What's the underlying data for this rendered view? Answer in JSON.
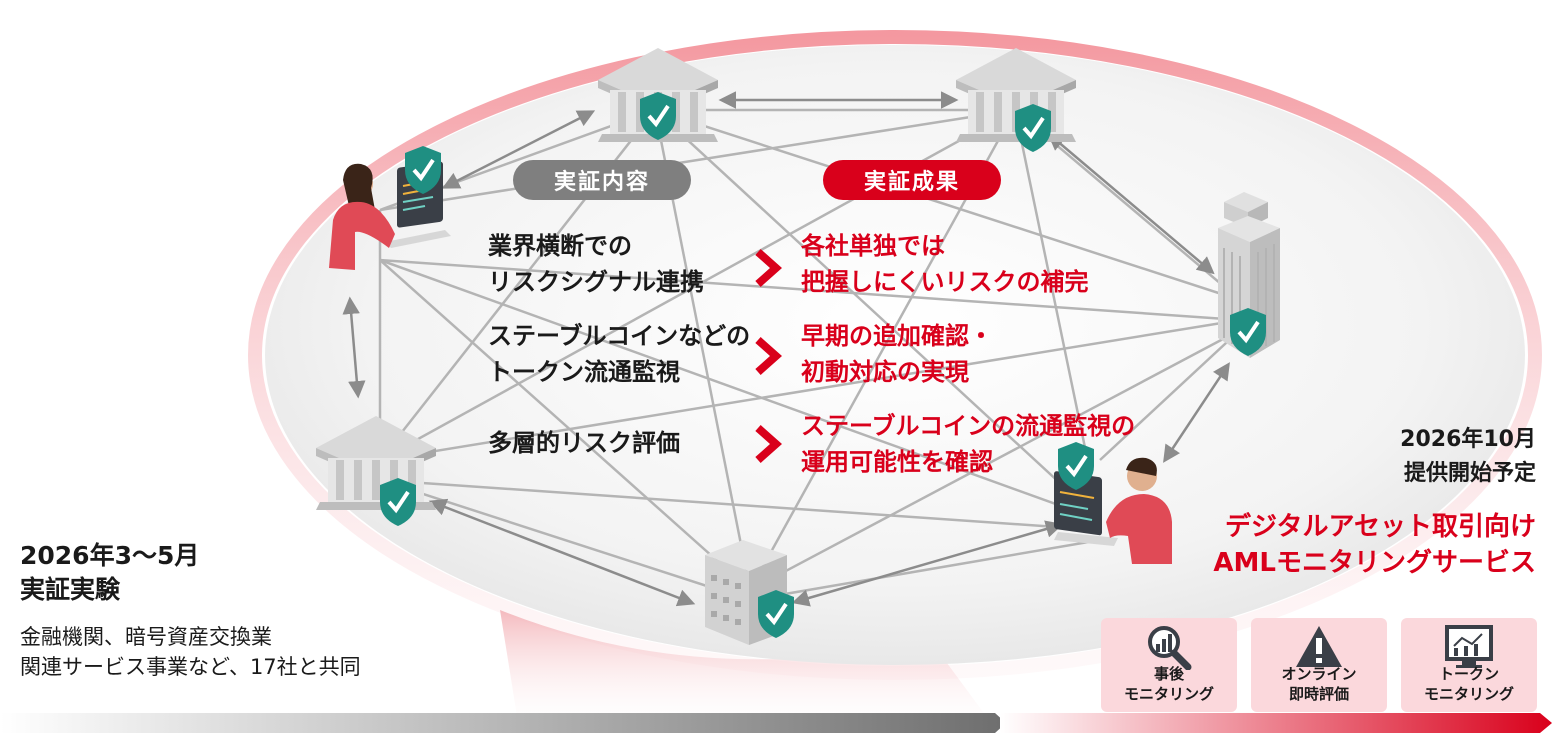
{
  "colors": {
    "accent_red": "#d9001b",
    "shield_teal": "#1f8f82",
    "pill_gray": "#7f7f7f",
    "card_pink": "#fbd8dc"
  },
  "pills": {
    "content": "実証内容",
    "result": "実証成果"
  },
  "rows": [
    {
      "content": "業界横断での\nリスクシグナル連携",
      "result": "各社単独では\n把握しにくいリスクの補完"
    },
    {
      "content": "ステーブルコインなどの\nトークン流通監視",
      "result": "早期の追加確認・\n初動対応の実現"
    },
    {
      "content": "多層的リスク評価",
      "result": "ステーブルコインの流通監視の\n運用可能性を確認"
    }
  ],
  "pilot": {
    "period": "2026年3～5月",
    "title": "実証実験",
    "participants_line1": "金融機関、暗号資産交換業",
    "participants_line2": "関連サービス事業など、17社と共同"
  },
  "service": {
    "launch_date": "2026年10月",
    "launch_label": "提供開始予定",
    "name_line1": "デジタルアセット取引向け",
    "name_line2": "AMLモニタリングサービス"
  },
  "features": [
    {
      "icon": "magnifier-chart-icon",
      "label": "事後\nモニタリング"
    },
    {
      "icon": "warning-icon",
      "label": "オンライン\n即時評価"
    },
    {
      "icon": "monitor-chart-icon",
      "label": "トークン\nモニタリング"
    }
  ]
}
